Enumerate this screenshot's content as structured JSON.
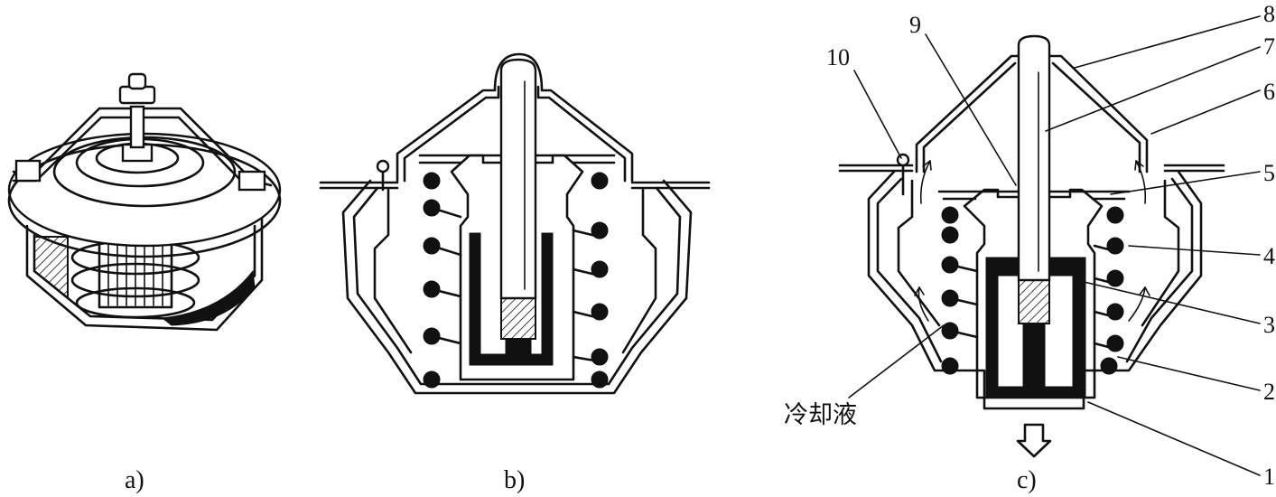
{
  "panels": [
    {
      "id": "a",
      "caption": "a)"
    },
    {
      "id": "b",
      "caption": "b)"
    },
    {
      "id": "c",
      "caption": "c)"
    }
  ],
  "callouts": [
    "1",
    "2",
    "3",
    "4",
    "5",
    "6",
    "7",
    "8",
    "9",
    "10"
  ],
  "coolant_label": "冷却液"
}
